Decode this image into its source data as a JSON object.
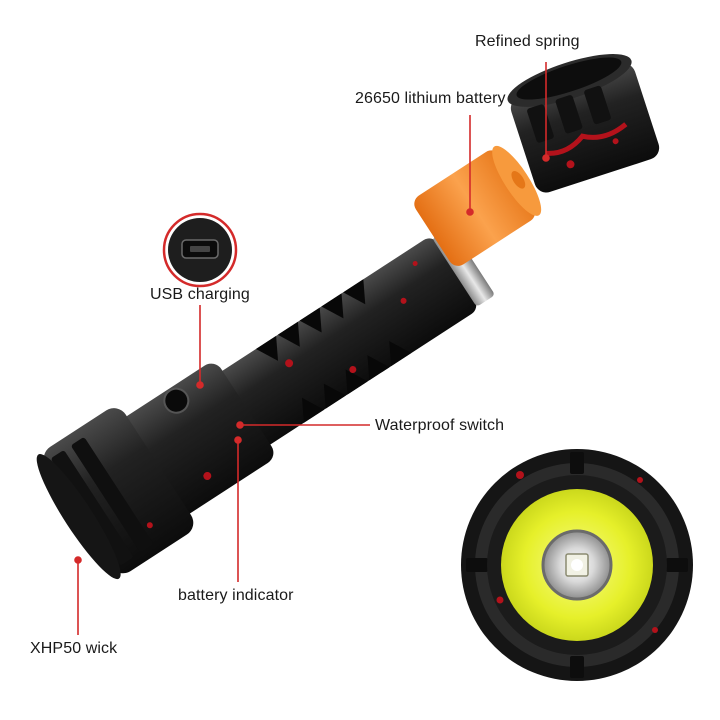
{
  "labels": {
    "refined_spring": "Refined spring",
    "battery": "26650 lithium battery",
    "usb_charging": "USB charging",
    "waterproof_switch": "Waterproof switch",
    "battery_indicator": "battery indicator",
    "xhp50_wick": "XHP50 wick"
  },
  "colors": {
    "callout_line": "#d42a2a",
    "battery_orange": "#f7892b",
    "body_black": "#1c1c1c",
    "lens_yellow": "#e9f23c",
    "red_splatter": "#b3121b"
  }
}
